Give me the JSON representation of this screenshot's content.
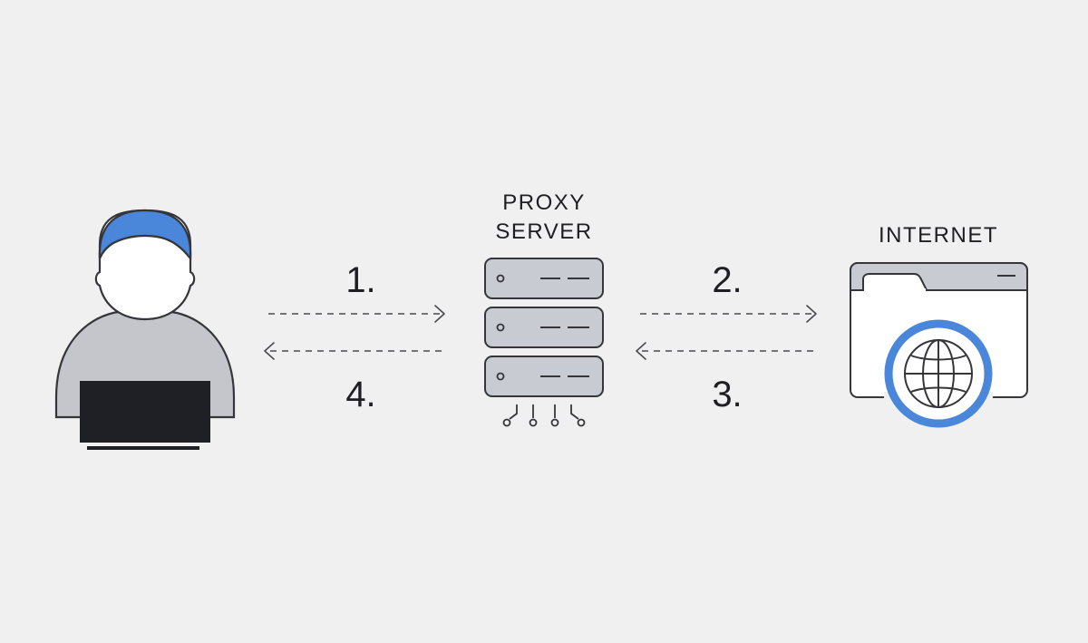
{
  "nodes": {
    "proxy": {
      "label_line1": "PROXY",
      "label_line2": "SERVER"
    },
    "internet": {
      "label": "INTERNET"
    }
  },
  "steps": {
    "step1": "1.",
    "step2": "2.",
    "step3": "3.",
    "step4": "4."
  },
  "colors": {
    "background": "#f0f0f0",
    "accent_blue": "#4a86d9",
    "outline": "#35353a",
    "server_fill": "#c9cbd3",
    "person_fill": "#c5c6cc",
    "laptop": "#1f2025"
  }
}
